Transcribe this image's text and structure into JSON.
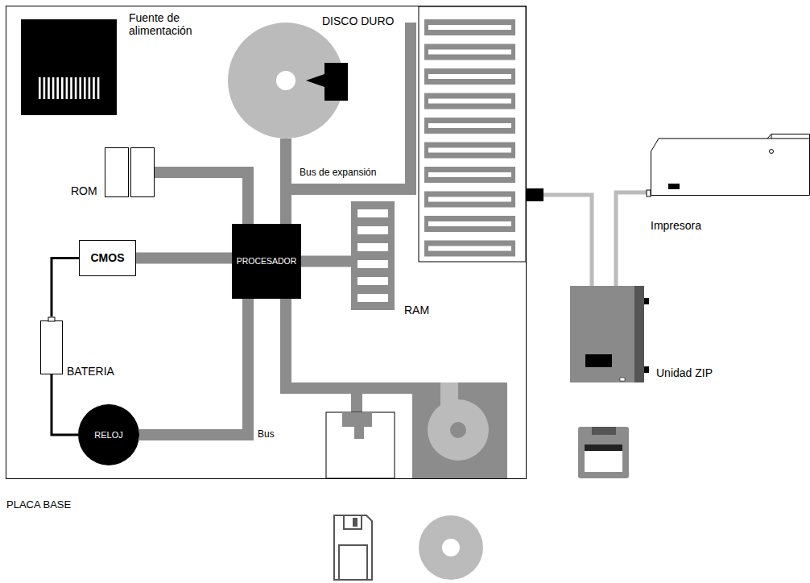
{
  "diagram": {
    "nodes": [
      {
        "text": [
          "PLACA BASE"
        ]
      },
      {
        "text": [
          "Fuente de alimentación"
        ],
        "in": 0
      },
      {
        "text": [
          "DISCO DURO"
        ],
        "in": 0
      },
      {
        "text": [
          "ROM"
        ],
        "in": 0
      },
      {
        "text": [
          "CMOS"
        ],
        "in": 0
      },
      {
        "text": [
          "PROCESADOR"
        ],
        "in": 0
      },
      {
        "text": [
          "RAM"
        ],
        "in": 0
      },
      {
        "text": [
          "BATERIA"
        ],
        "in": 0
      },
      {
        "text": [
          "RELOJ"
        ],
        "in": 0
      },
      {
        "text": [
          "Impresora"
        ]
      },
      {
        "text": [
          "Unidad ZIP"
        ]
      }
    ],
    "edges": [
      {
        "from": 3,
        "to": 5,
        "arrow": "none"
      },
      {
        "from": 4,
        "to": 5,
        "arrow": "none"
      },
      {
        "from": 5,
        "to": 6,
        "arrow": "none"
      },
      {
        "from": 2,
        "to": 5,
        "arrow": "none"
      },
      {
        "from": 5,
        "to": 8,
        "arrow": "none"
      },
      {
        "from": 4,
        "to": 7,
        "arrow": "none"
      },
      {
        "from": 7,
        "to": 8,
        "arrow": "none"
      },
      {
        "from": 10,
        "to": 9,
        "arrow": "none"
      }
    ],
    "labels": [
      "Bus de expansión",
      "Bus"
    ]
  }
}
